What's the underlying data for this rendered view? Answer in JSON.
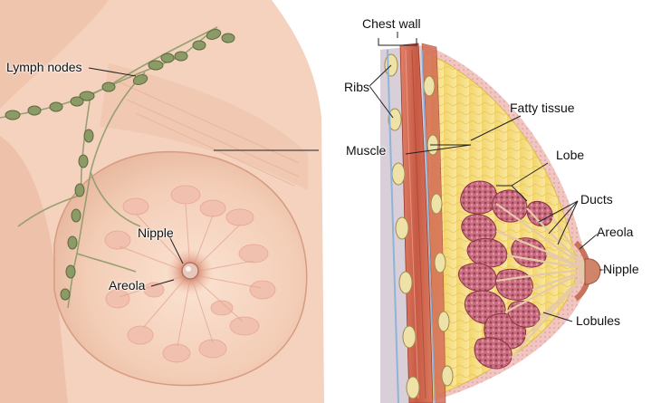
{
  "left_view": {
    "labels": {
      "lymph_nodes": "Lymph nodes",
      "nipple": "Nipple",
      "areola": "Areola"
    }
  },
  "right_view": {
    "labels": {
      "chest_wall": "Chest wall",
      "ribs": "Ribs",
      "muscle": "Muscle",
      "fatty_tissue": "Fatty tissue",
      "lobe": "Lobe",
      "ducts": "Ducts",
      "areola": "Areola",
      "nipple": "Nipple",
      "lobules": "Lobules"
    }
  },
  "colors": {
    "skin": "#f2c9b0",
    "skin_shadow": "#d9a48a",
    "areola": "#c9735a",
    "lymph_node": "#7e8f5e",
    "fat": "#f5df7a",
    "muscle": "#c8604a",
    "lobule": "#b5566a",
    "rib": "#e9d9a0"
  }
}
